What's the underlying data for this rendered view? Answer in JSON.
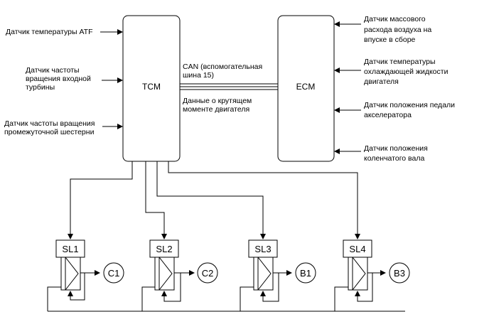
{
  "blocks": {
    "tcm": "TCM",
    "ecm": "ECM"
  },
  "tcm_inputs": [
    [
      "Датчик температуры ATF"
    ],
    [
      "Датчик частоты",
      "вращения входной",
      "турбины"
    ],
    [
      "Датчик частоты вращения",
      "промежуточной шестерни"
    ]
  ],
  "ecm_inputs": [
    [
      "Датчик массового",
      "расхода воздуха на",
      "впуске в сборе"
    ],
    [
      "Датчик температуры",
      "охлаждающей жидкости",
      "двигателя"
    ],
    [
      "Датчик положения педали",
      "акселератора"
    ],
    [
      "Датчик положения",
      "коленчатого вала"
    ]
  ],
  "bus": {
    "can_label": [
      "CAN (вспомогательная",
      "шина 15)"
    ],
    "torque_label": [
      "Данные о крутящем",
      "моменте двигателя"
    ]
  },
  "solenoids": [
    {
      "label": "SL1",
      "clutch": "C1"
    },
    {
      "label": "SL2",
      "clutch": "C2"
    },
    {
      "label": "SL3",
      "clutch": "B1"
    },
    {
      "label": "SL4",
      "clutch": "B3"
    }
  ]
}
